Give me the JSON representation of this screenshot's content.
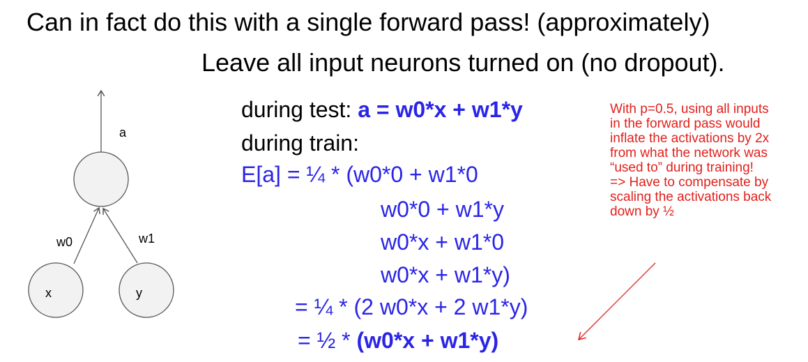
{
  "header": {
    "line1": "Can in fact do this with a single forward pass! (approximately)",
    "line2": "Leave all input neurons turned on (no dropout)."
  },
  "diagram": {
    "output_label": "a",
    "weight_left": "w0",
    "weight_right": "w1",
    "input_left": "x",
    "input_right": "y"
  },
  "equations": {
    "test_prefix": "during test: ",
    "test_expr": "a = w0*x + w1*y",
    "train_label": "during train:",
    "lines": [
      "E[a] = ¼ * (w0*0 + w1*0",
      "w0*0 + w1*y",
      "w0*x + w1*0",
      "w0*x + w1*y)",
      "= ¼ * (2 w0*x + 2 w1*y)"
    ],
    "final_prefix": "= ½ * ",
    "final_expr": "(w0*x + w1*y)"
  },
  "note": {
    "lines": [
      "With p=0.5, using all inputs",
      "in the forward pass would",
      "inflate the activations by 2x",
      "from what the network was",
      "“used to” during training!",
      "=> Have to compensate by",
      "scaling the activations back",
      "down by ½"
    ]
  },
  "colors": {
    "text": "#000000",
    "equation": "#2a24e6",
    "note": "#e0201b",
    "node_fill": "#f2f2f2",
    "node_stroke": "#555555"
  }
}
